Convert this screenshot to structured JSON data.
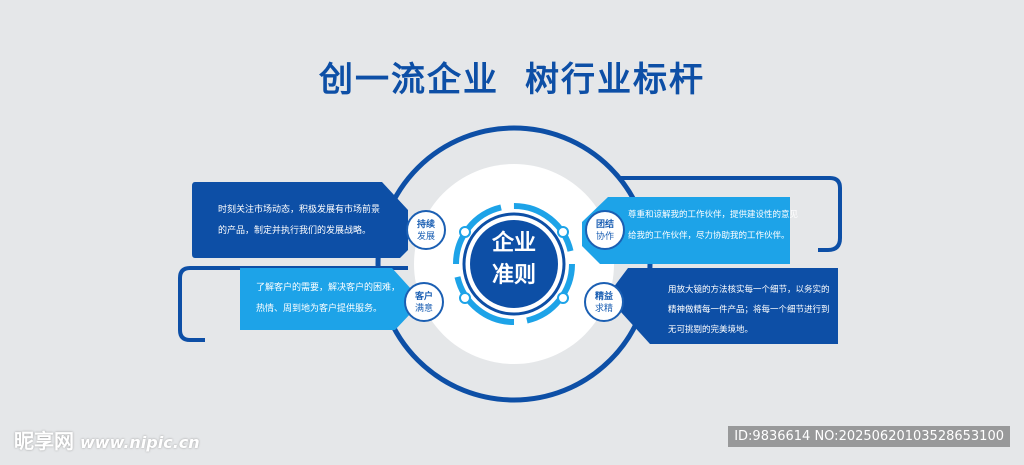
{
  "title": {
    "part1": "创一流企业",
    "part2": "树行业标杆"
  },
  "center": {
    "line1": "企业",
    "line2": "准则"
  },
  "items": [
    {
      "id": "tl",
      "tag1": "持续",
      "tag2": "发展",
      "lines": [
        "时刻关注市场动态，积极发展有市场前景",
        "的产品，制定并执行我们的发展战略。"
      ]
    },
    {
      "id": "tr",
      "tag1": "团结",
      "tag2": "协作",
      "lines": [
        "尊重和谅解我的工作伙伴，提供建设性的意见",
        "给我的工作伙伴，尽力协助我的工作伙伴。"
      ]
    },
    {
      "id": "bl",
      "tag1": "客户",
      "tag2": "满意",
      "lines": [
        "了解客户的需要，解决客户的困难，",
        "热情、周到地为客户提供服务。"
      ]
    },
    {
      "id": "br",
      "tag1": "精益",
      "tag2": "求精",
      "lines": [
        "用放大镜的方法核实每一个细节，以务实的",
        "精神做精每一件产品；将每一个细节进行到",
        "无可挑剔的完美境地。"
      ]
    }
  ],
  "watermark": {
    "logo": "昵享网",
    "url": "www.nipic.cn",
    "id": "ID:9836614 NO:20250620103528653100"
  },
  "colors": {
    "dark_blue": "#0d4fa6",
    "light_blue": "#2aa6e6",
    "bg": "#e5e7e9"
  }
}
